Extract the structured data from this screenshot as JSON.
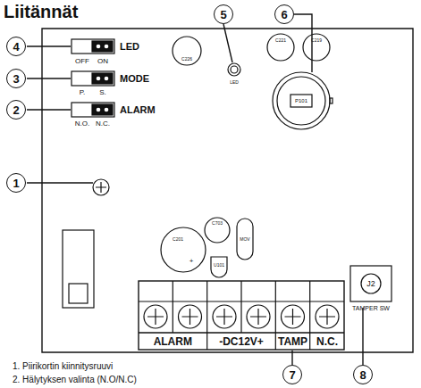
{
  "diagram": {
    "title": "Liitännät",
    "nodes": [
      {
        "text": [
          "1"
        ]
      },
      {
        "text": [
          "2"
        ]
      },
      {
        "text": [
          "3"
        ]
      },
      {
        "text": [
          "4"
        ]
      },
      {
        "text": [
          "5"
        ]
      },
      {
        "text": [
          "6"
        ]
      },
      {
        "text": [
          "7"
        ]
      },
      {
        "text": [
          "8"
        ]
      }
    ],
    "labels": [
      "LED",
      "OFF",
      "ON",
      "MODE",
      "P.",
      "S.",
      "ALARM",
      "N.O.",
      "N.C.",
      "C226",
      "LED",
      "C221",
      "C219",
      "P101",
      "C201",
      "C703",
      "MOV",
      "U101",
      "ALARM",
      "-DC12V+",
      "TAMP",
      "N.C.",
      "J2",
      "TAMPER SW",
      "1. Piirikortin kiinnitysruuvi",
      "2. Hälytyksen valinta (N.O/N.C)",
      "+"
    ]
  }
}
